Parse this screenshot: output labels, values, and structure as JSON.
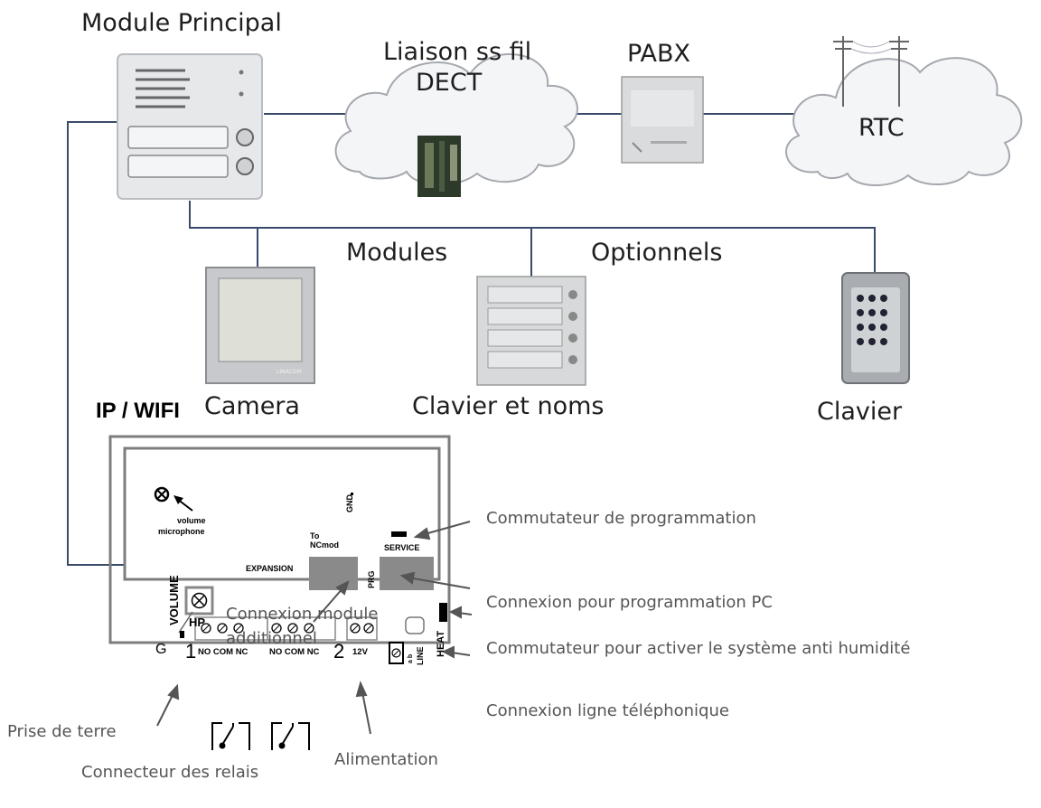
{
  "labels": {
    "module_principal": "Module Principal",
    "liaison_line1": "Liaison ss fil",
    "liaison_line2": "DECT",
    "pabx": "PABX",
    "rtc": "RTC",
    "modules": "Modules",
    "optionnels": "Optionnels",
    "camera": "Camera",
    "clavier_noms": "Clavier et noms",
    "clavier": "Clavier",
    "ip_wifi": "IP / WIFI",
    "camera_brand": "LINACOM"
  },
  "board": {
    "gnd": "GND",
    "volume_mic_line1": "volume",
    "volume_mic_line2": "microphone",
    "to": "To",
    "ncmod": "NCmod",
    "service": "SERVICE",
    "expansion": "EXPANSION",
    "prg": "PRG",
    "volume": "VOLUME",
    "hp": "HP",
    "heat": "HEAT",
    "g": "G",
    "relay1_num": "1",
    "relay2_num": "2",
    "relay1_terms": "NO COM NC",
    "relay2_terms": "NO COM NC",
    "v12": "12V",
    "ab": "a b",
    "line": "LINE"
  },
  "annotations": {
    "connexion_module_line1": "Connexion module",
    "connexion_module_line2": "additionnel",
    "commutateur_prog": "Commutateur de programmation",
    "connexion_pc": "Connexion pour programmation PC",
    "commutateur_humidite": "Commutateur pour activer le système anti humidité",
    "connexion_ligne": "Connexion ligne téléphonique",
    "prise_terre": "Prise de terre",
    "alimentation": "Alimentation",
    "connecteur_relais": "Connecteur des relais"
  },
  "colors": {
    "line": "#3a4a6a",
    "cloud_fill": "#f4f5f7",
    "cloud_stroke": "#a5a8ae",
    "board_stroke": "#7d7d7d"
  }
}
